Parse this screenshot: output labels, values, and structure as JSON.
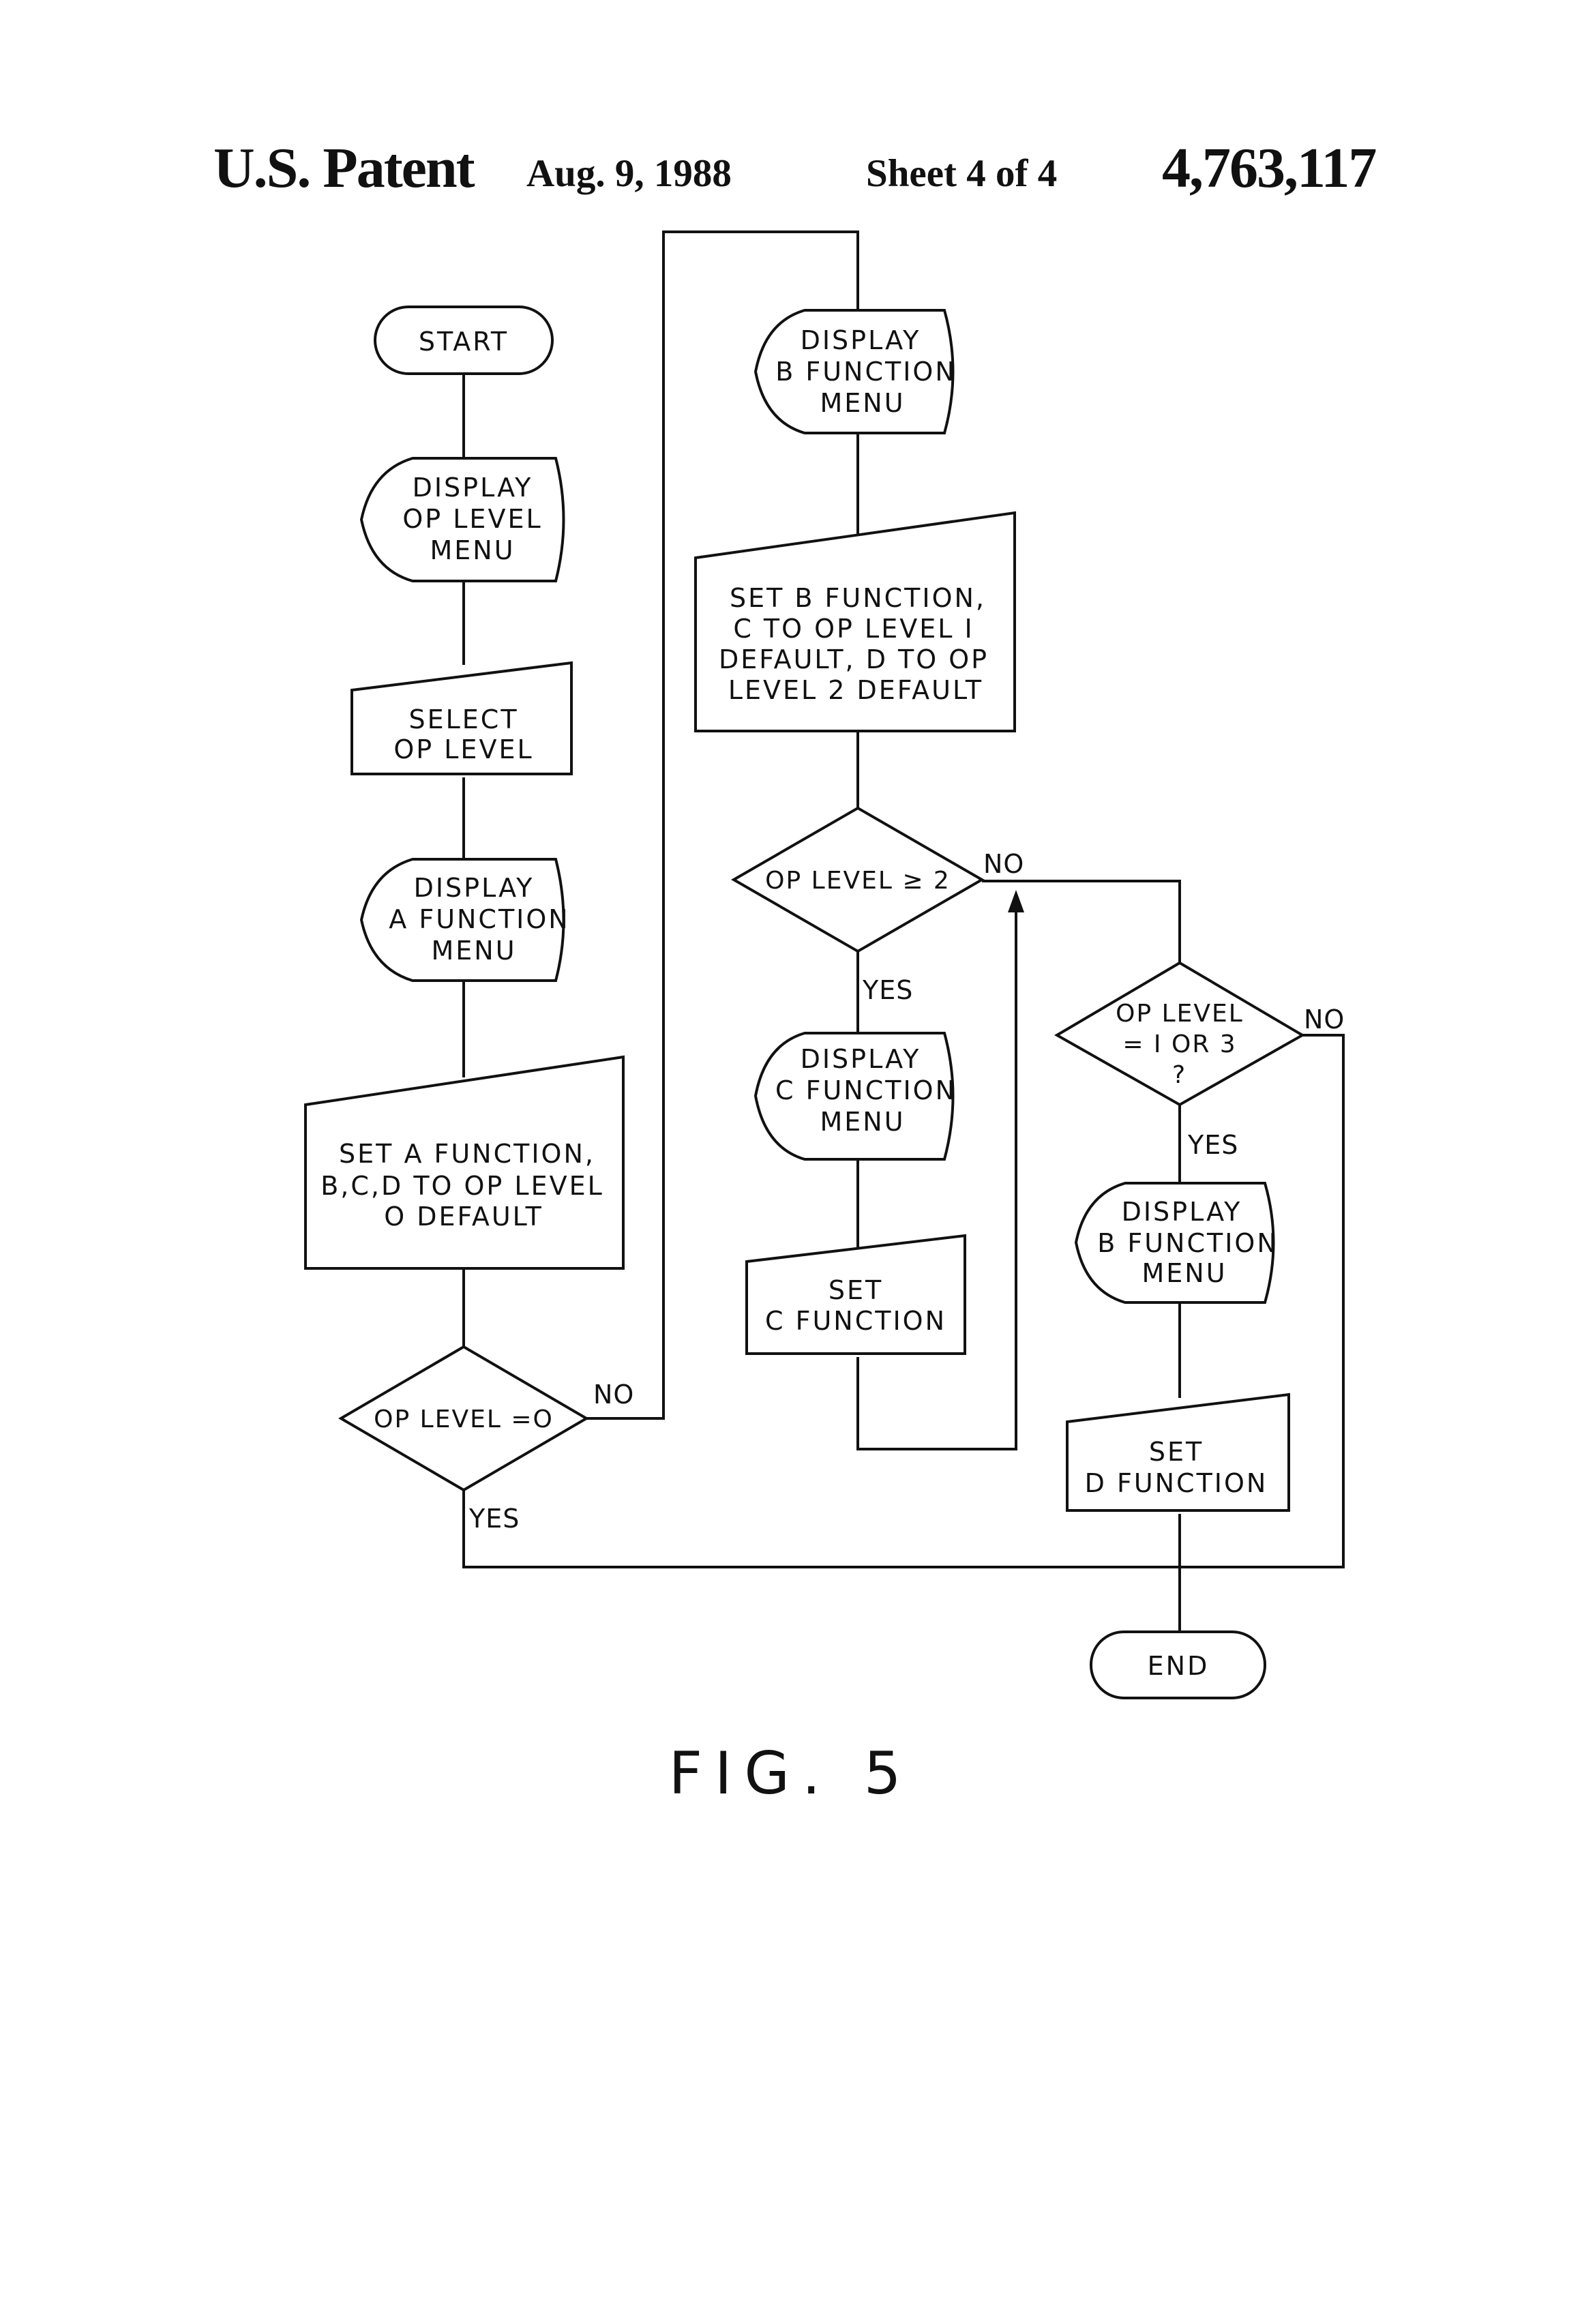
{
  "header": {
    "title": "U.S. Patent",
    "date": "Aug. 9, 1988",
    "sheet": "Sheet 4 of 4",
    "patent_number": "4,763,117"
  },
  "flowchart": {
    "start": "START",
    "display_op_level_menu": [
      "DISPLAY",
      "OP LEVEL",
      "MENU"
    ],
    "select_op_level": [
      "SELECT",
      "OP LEVEL"
    ],
    "display_a_function_menu": [
      "DISPLAY",
      "A FUNCTION",
      "MENU"
    ],
    "set_a_function": [
      "SET A FUNCTION,",
      "B,C,D TO OP LEVEL",
      "O DEFAULT"
    ],
    "decision_op_level_0": "OP LEVEL =O",
    "display_b_function_menu_1": [
      "DISPLAY",
      "B FUNCTION",
      "MENU"
    ],
    "set_b_function": [
      "SET B FUNCTION,",
      "C TO OP LEVEL I",
      "DEFAULT, D TO OP",
      "LEVEL 2 DEFAULT"
    ],
    "decision_op_level_ge_2": "OP LEVEL ≥ 2",
    "display_c_function_menu": [
      "DISPLAY",
      "C FUNCTION",
      "MENU"
    ],
    "set_c_function": [
      "SET",
      "C FUNCTION"
    ],
    "decision_op_level_1_or_3": [
      "OP LEVEL",
      "= I OR 3",
      "?"
    ],
    "display_b_function_menu_2": [
      "DISPLAY",
      "B FUNCTION",
      "MENU"
    ],
    "set_d_function": [
      "SET",
      "D FUNCTION"
    ],
    "end": "END",
    "labels": {
      "yes": "YES",
      "no": "NO"
    }
  },
  "figure_label": "FIG. 5"
}
